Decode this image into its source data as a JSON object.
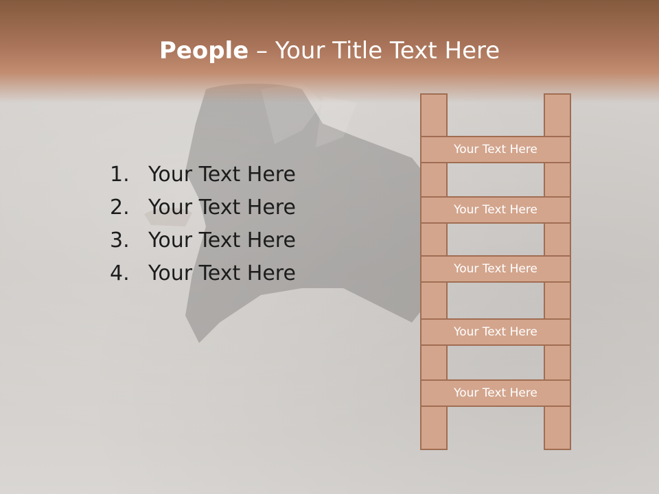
{
  "slide": {
    "title_bold": "People",
    "title_rest": " – Your Title Text Here",
    "list_items": [
      {
        "number": "1.",
        "text": "Your Text Here"
      },
      {
        "number": "2.",
        "text": "Your Text Here"
      },
      {
        "number": "3.",
        "text": "Your Text Here"
      },
      {
        "number": "4.",
        "text": "Your Text Here"
      }
    ],
    "ladder_rungs": [
      "Your Text Here",
      "Your Text Here",
      "Your Text Here",
      "Your Text Here",
      "Your Text Here"
    ]
  },
  "colors": {
    "title_bar": "#a9745a",
    "ladder_fill": "#d3a58d",
    "ladder_border": "#a06d52",
    "rung_text": "#ffffff",
    "list_text": "#1c1c1c"
  }
}
